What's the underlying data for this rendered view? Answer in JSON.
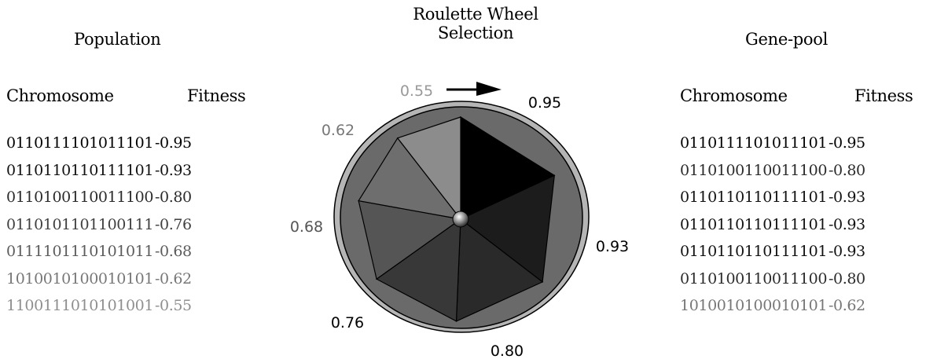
{
  "titles": {
    "population": "Population",
    "roulette_line1": "Roulette Wheel",
    "roulette_line2": "Selection",
    "genepool": "Gene-pool"
  },
  "headers": {
    "chromosome": "Chromosome",
    "fitness": "Fitness"
  },
  "population": [
    {
      "chromosome": "0110111101011101",
      "fitness": "-0.95",
      "color": "#000000"
    },
    {
      "chromosome": "0110110110111101",
      "fitness": "-0.93",
      "color": "#111111"
    },
    {
      "chromosome": "0110100110011100",
      "fitness": "-0.80",
      "color": "#2b2b2b"
    },
    {
      "chromosome": "0110101101100111",
      "fitness": "-0.76",
      "color": "#404040"
    },
    {
      "chromosome": "0111101110101011",
      "fitness": "-0.68",
      "color": "#5c5c5c"
    },
    {
      "chromosome": "1010010100010101",
      "fitness": "-0.62",
      "color": "#777777"
    },
    {
      "chromosome": "1100111010101001",
      "fitness": "-0.55",
      "color": "#8f8f8f"
    }
  ],
  "genepool": [
    {
      "chromosome": "0110111101011101",
      "fitness": "-0.95",
      "color": "#000000"
    },
    {
      "chromosome": "0110100110011100",
      "fitness": "-0.80",
      "color": "#2b2b2b"
    },
    {
      "chromosome": "0110110110111101",
      "fitness": "-0.93",
      "color": "#111111"
    },
    {
      "chromosome": "0110110110111101",
      "fitness": "-0.93",
      "color": "#111111"
    },
    {
      "chromosome": "0110110110111101",
      "fitness": "-0.93",
      "color": "#111111"
    },
    {
      "chromosome": "0110100110011100",
      "fitness": "-0.80",
      "color": "#2b2b2b"
    },
    {
      "chromosome": "1010010100010101",
      "fitness": "-0.62",
      "color": "#777777"
    }
  ],
  "wheel": {
    "segments": [
      {
        "label": "0.95",
        "value": 0.95,
        "color": "#000000"
      },
      {
        "label": "0.93",
        "value": 0.93,
        "color": "#1c1c1c"
      },
      {
        "label": "0.80",
        "value": 0.8,
        "color": "#2a2a2a"
      },
      {
        "label": "0.76",
        "value": 0.76,
        "color": "#383838"
      },
      {
        "label": "0.68",
        "value": 0.68,
        "color": "#555555"
      },
      {
        "label": "0.62",
        "value": 0.62,
        "color": "#6e6e6e"
      },
      {
        "label": "0.55",
        "value": 0.55,
        "color": "#8c8c8c"
      }
    ],
    "label_colors": {
      "0.95": "#000000",
      "0.93": "#000000",
      "0.80": "#000000",
      "0.76": "#000000",
      "0.68": "#555555",
      "0.62": "#777777",
      "0.55": "#999999"
    },
    "rim_color": "#6a6a6a",
    "outer_ring_color": "#b5b5b5"
  }
}
